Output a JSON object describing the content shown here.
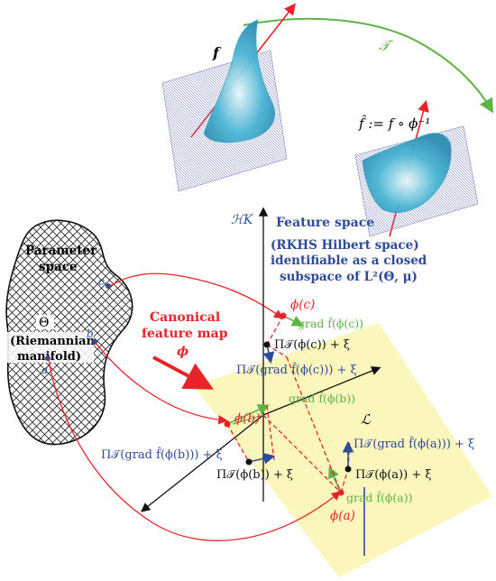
{
  "top": {
    "f_label": "f",
    "script_t": "𝒯",
    "fhat_def": "f̂ := f ∘ ϕ⁻¹"
  },
  "param": {
    "title_line1": "Parameter",
    "title_line2": "space",
    "theta": "Θ",
    "manifold_line1": "(Riemannian",
    "manifold_line2": "manifold)",
    "pt_a": "a",
    "pt_b": "b",
    "pt_c": "c"
  },
  "map": {
    "line1": "Canonical",
    "line2": "feature map",
    "phi": "ϕ"
  },
  "feature": {
    "hk": "ℋK",
    "title": "Feature space",
    "desc1": "(RKHS Hilbert space)",
    "desc2": "identifiable as a closed",
    "desc3": "subspace of L²(Θ, μ)",
    "L": "ℒ"
  },
  "labels": {
    "phi_c": "ϕ(c)",
    "phi_b": "ϕ(b)",
    "phi_a": "ϕ(a)",
    "grad_c": "grad f̂(ϕ(c))",
    "grad_b": "grad f̂(ϕ(b))",
    "grad_a": "grad f̂(ϕ(a))",
    "proj_c": "Π𝒯(ϕ(c)) + ξ",
    "proj_b": "Π𝒯(ϕ(b)) + ξ",
    "proj_a": "Π𝒯(ϕ(a)) + ξ",
    "proj_grad_c": "Π𝒯(grad f̂(ϕ(c))) + ξ",
    "proj_grad_b": "Π𝒯(grad f̂(ϕ(b))) + ξ",
    "proj_grad_a": "Π𝒯(grad f̂(ϕ(a))) + ξ"
  },
  "colors": {
    "red": "#e8242a",
    "green": "#5fb246",
    "blue": "#2e4a9a",
    "plane": "#fbf6b8",
    "surface": "#4bb6d4"
  }
}
